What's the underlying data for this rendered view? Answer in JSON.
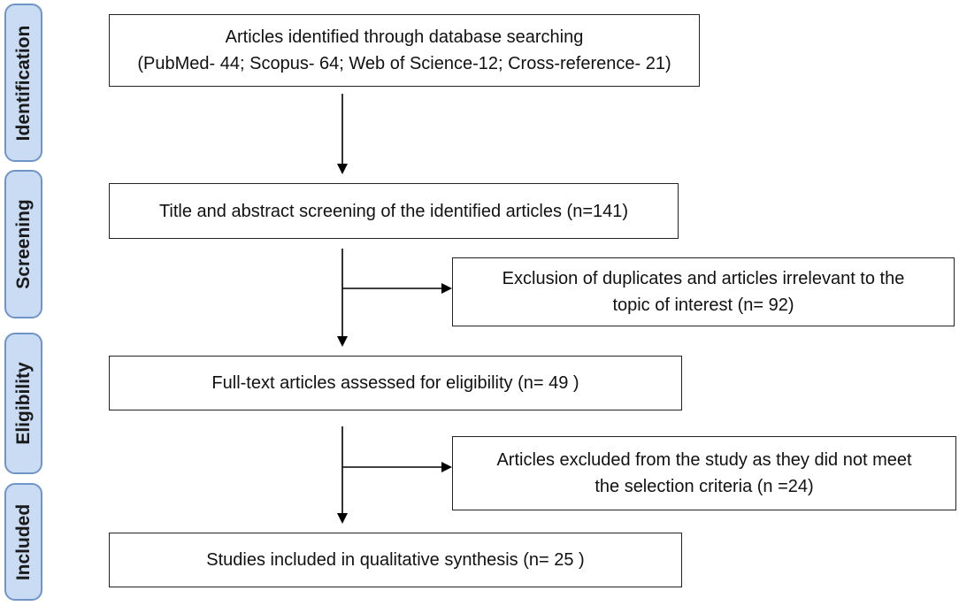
{
  "stages": {
    "identification": "Identification",
    "screening": "Screening",
    "eligibility": "Eligibility",
    "included": "Included"
  },
  "boxes": {
    "identified": {
      "line1": "Articles identified through database searching",
      "line2": "(PubMed- 44; Scopus- 64; Web of Science-12; Cross-reference- 21)"
    },
    "screening": {
      "line1": "Title and abstract screening of the identified articles (n=141)"
    },
    "excluded_duplicates": {
      "line1": "Exclusion of duplicates and articles irrelevant to the",
      "line2": "topic of interest (n= 92)"
    },
    "full_text": {
      "line1": "Full-text articles assessed for eligibility (n= 49 )"
    },
    "excluded_criteria": {
      "line1": "Articles excluded from the study as they did not meet",
      "line2": "the selection criteria (n =24)"
    },
    "included": {
      "line1": "Studies included in qualitative synthesis (n= 25 )"
    }
  },
  "colors": {
    "stage_fill": "#c9dcf3",
    "stage_border": "#6f95c8",
    "line": "#000000"
  }
}
